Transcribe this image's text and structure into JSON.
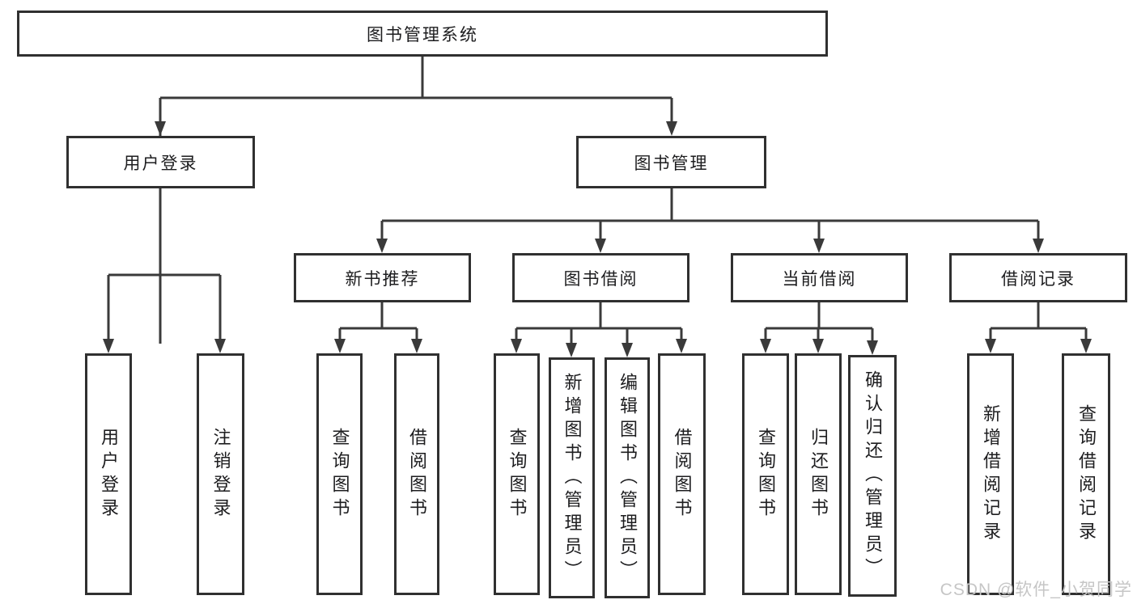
{
  "diagram": {
    "watermark": "CSDN @软件_小贺同学",
    "colors": {
      "line": "#3a3a3a",
      "box_border": "#303030",
      "box_fill": "#ffffff",
      "text": "#1d1d1f",
      "watermark": "#c6c6c6"
    },
    "tree": {
      "label": "图书管理系统",
      "children": [
        {
          "label": "用户登录",
          "children": [
            {
              "label": "用户登录"
            },
            {
              "label": "注销登录"
            }
          ]
        },
        {
          "label": "图书管理",
          "children": [
            {
              "label": "新书推荐",
              "children": [
                {
                  "label": "查询图书"
                },
                {
                  "label": "借阅图书"
                }
              ]
            },
            {
              "label": "图书借阅",
              "children": [
                {
                  "label": "查询图书"
                },
                {
                  "label": "新增图书（管理员）"
                },
                {
                  "label": "编辑图书（管理员）"
                },
                {
                  "label": "借阅图书"
                }
              ]
            },
            {
              "label": "当前借阅",
              "children": [
                {
                  "label": "查询图书"
                },
                {
                  "label": "归还图书"
                },
                {
                  "label": "确认归还（管理员）"
                }
              ]
            },
            {
              "label": "借阅记录",
              "children": [
                {
                  "label": "新增借阅记录"
                },
                {
                  "label": "查询借阅记录"
                }
              ]
            }
          ]
        }
      ]
    }
  }
}
